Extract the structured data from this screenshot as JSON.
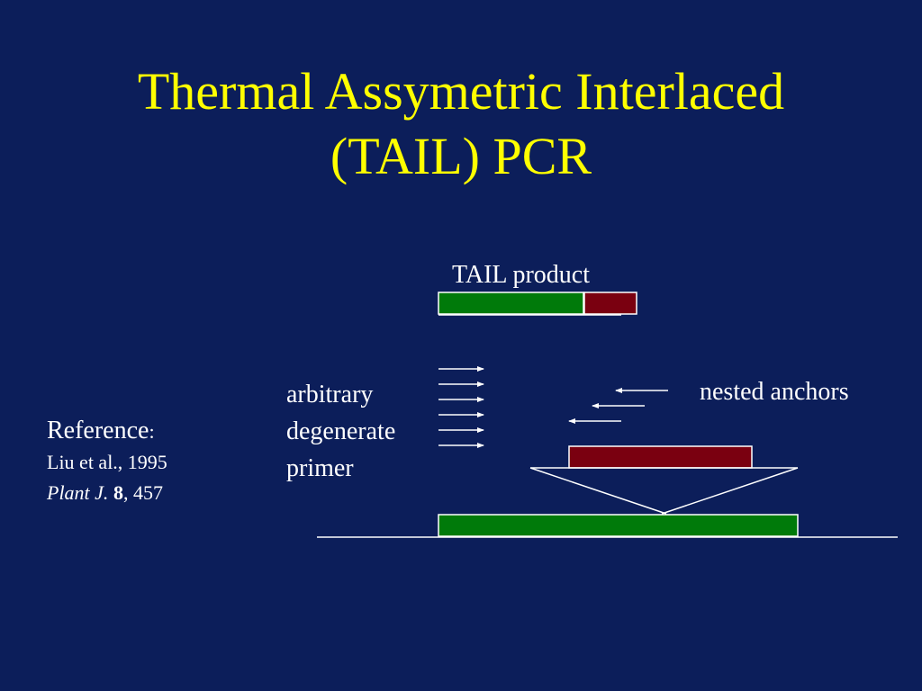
{
  "slide": {
    "title_line1": "Thermal Assymetric Interlaced",
    "title_line2": "(TAIL) PCR"
  },
  "diagram": {
    "product_label": "TAIL product",
    "primer_label_line1": "arbitrary",
    "primer_label_line2": "degenerate",
    "primer_label_line3": "primer",
    "anchors_label": "nested anchors",
    "colors": {
      "known_sequence": "#007a0a",
      "product_extension": "#7a0010",
      "lines": "#ffffff",
      "title": "#ffff00"
    }
  },
  "reference": {
    "heading": "Reference",
    "colon": ":",
    "authors": "Liu et al., 1995",
    "journal": "Plant J.",
    "volume": "8",
    "pages": ", 457"
  }
}
